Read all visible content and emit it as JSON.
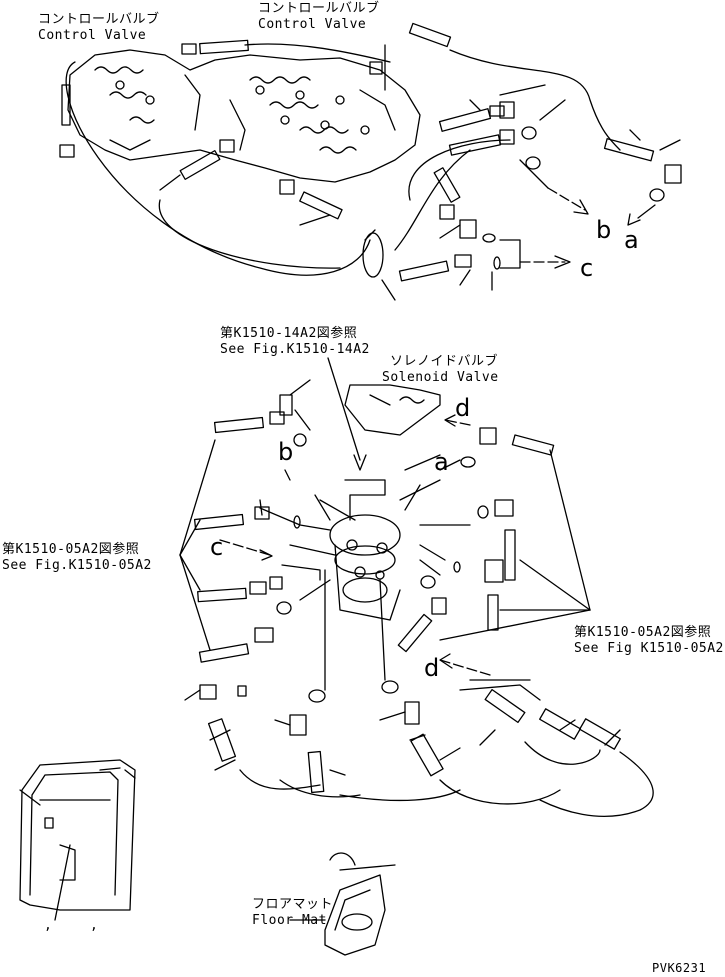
{
  "labels": {
    "control_valve_jp_1": "コントロールバルブ",
    "control_valve_en_1": "Control Valve",
    "control_valve_jp_2": "コントロールバルブ",
    "control_valve_en_2": "Control Valve",
    "ref_14a2_jp": "第K1510-14A2図参照",
    "ref_14a2_en": "See Fig.K1510-14A2",
    "solenoid_jp": "ソレノイドバルブ",
    "solenoid_en": "Solenoid Valve",
    "ref_05a2_left_jp": "第K1510-05A2図参照",
    "ref_05a2_left_en": "See Fig.K1510-05A2",
    "ref_05a2_right_jp": "第K1510-05A2図参照",
    "ref_05a2_right_en": "See Fig K1510-05A2",
    "floor_mat_jp": "フロアマット",
    "floor_mat_en": "Floor Mat",
    "comma_1": ",",
    "comma_2": ",",
    "code": "PVK6231"
  },
  "letters": {
    "b_top": "b",
    "a_top": "a",
    "c_top": "c",
    "d_mid": "d",
    "b_mid": "b",
    "a_mid": "a",
    "c_mid": "c",
    "d_low": "d"
  }
}
